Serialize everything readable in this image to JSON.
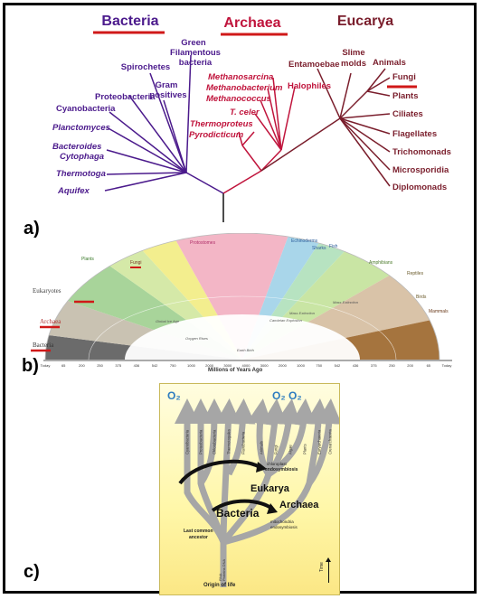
{
  "panel_a": {
    "label": "a)",
    "domains": {
      "bacteria": "Bacteria",
      "archaea": "Archaea",
      "eucarya": "Eucarya"
    },
    "bacteria_taxa": [
      "Green",
      "Filamentous",
      "bacteria",
      "Spirochetes",
      "Gram",
      "positives",
      "Proteobacteria",
      "Cyanobacteria",
      "Planctomyces",
      "Bacteroides",
      "Cytophaga",
      "Thermotoga",
      "Aquifex"
    ],
    "archaea_taxa": [
      "Methanosarcina",
      "Methanobacterium",
      "Methanococcus",
      "T. celer",
      "Thermoproteus",
      "Pyrodicticum",
      "Halophiles"
    ],
    "eucarya_taxa": [
      "Entamoebae",
      "Slime",
      "molds",
      "Animals",
      "Fungi",
      "Plants",
      "Ciliates",
      "Flagellates",
      "Trichomonads",
      "Microsporidia",
      "Diplomonads"
    ],
    "colors": {
      "bacteria": "#4b1a8c",
      "archaea": "#c0143c",
      "eucarya": "#7a1e2c",
      "underline": "#d01818"
    }
  },
  "panel_b": {
    "label": "b)",
    "side_labels": [
      "Eukaryotes",
      "Archaea",
      "Bacteria"
    ],
    "axis_title": "Millions of Years Ago",
    "ticks": [
      "Today",
      "65",
      "200",
      "250",
      "375",
      "436",
      "542",
      "750",
      "1000",
      "2000",
      "3000",
      "4000",
      "3000",
      "2000",
      "1000",
      "750",
      "542",
      "436",
      "375",
      "250",
      "200",
      "65",
      "Today"
    ],
    "era_labels": [
      "Earth Birth",
      "Oxygen Rises",
      "Global Ice Age",
      "Cambrian Explosion",
      "Mass Extinction",
      "Mass Extinction",
      "Protostomes",
      "Echinoderms",
      "Sharks",
      "Fish",
      "Amphibians",
      "Reptiles",
      "Birds",
      "Mammals",
      "Plants",
      "Fungi"
    ]
  },
  "panel_c": {
    "label": "c)",
    "oxygen": "O₂",
    "lineages": [
      "Cyanobacteria",
      "Proteobacteria",
      "Chlorobacteria",
      "Thermotogales",
      "Flavobacteria",
      "Animals",
      "Fungi",
      "Algae",
      "Plants",
      "Euryarchaeota",
      "Crenarchaeota"
    ],
    "labels": {
      "eukarya": "Eukarya",
      "archaea": "Archaea",
      "bacteria": "Bacteria",
      "chloroplast": "chloroplast",
      "endosymbiosis": "endosymbiosis",
      "mitochondria": "mitochondria",
      "endosymbiosis2": "endosymbiosis",
      "lca1": "Last common",
      "lca2": "ancestor",
      "rna": "RNA",
      "dna": "Proteins DNA",
      "origin": "Origin of life",
      "time": "Time"
    },
    "colors": {
      "branch": "#a6a6a6",
      "oxygen": "#2e7dc0",
      "arrow": "#111111"
    }
  }
}
